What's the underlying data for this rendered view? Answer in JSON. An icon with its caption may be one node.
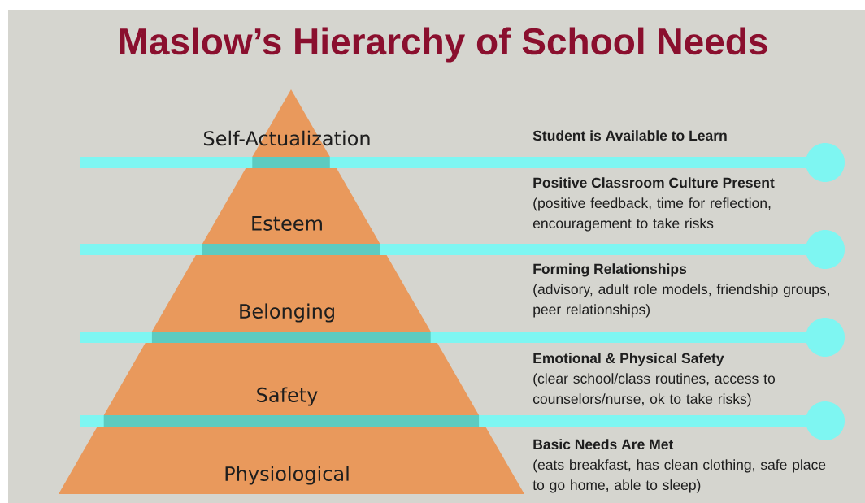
{
  "diagram": {
    "title": "Maslow’s Hierarchy of School Needs",
    "nodes": [
      {
        "text": [
          "Self-Actualization"
        ]
      },
      {
        "text": [
          "Esteem"
        ]
      },
      {
        "text": [
          "Belonging"
        ]
      },
      {
        "text": [
          "Safety"
        ]
      },
      {
        "text": [
          "Physiological"
        ]
      }
    ],
    "labels": [
      "Student is Available to Learn",
      "Positive Classroom Culture Present",
      "(positive feedback, time for reflection, encouragement to take risks",
      "Forming Relationships",
      "(advisory, adult role models, friendship groups, peer relationships)",
      "Emotional & Physical Safety",
      "(clear school/class routines, access to counselors/nurse, ok to take risks)",
      "Basic Needs Are Met",
      "(eats breakfast, has clean clothing, safe place to go home, able to sleep)"
    ]
  }
}
